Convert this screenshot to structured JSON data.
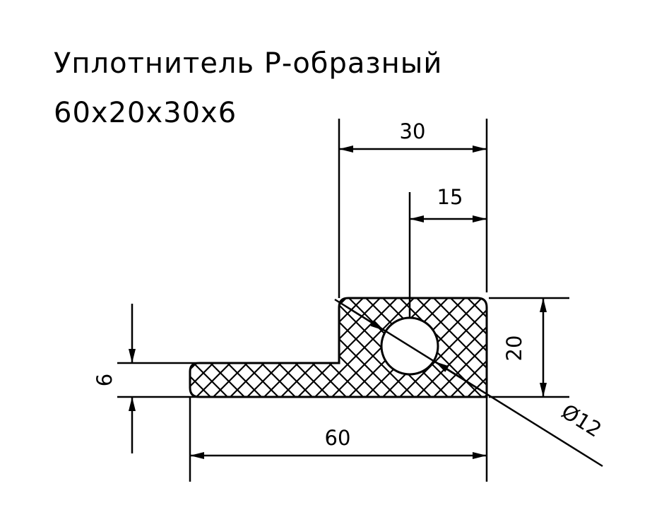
{
  "title": {
    "line1": "Уплотнитель Р-образный",
    "line2": "60x20x30x6"
  },
  "dimensions": {
    "top_width": "30",
    "hole_offset": "15",
    "height": "20",
    "flange_thickness": "6",
    "total_width": "60",
    "hole_diameter": "Ø12"
  },
  "colors": {
    "line": "#000000",
    "background": "#ffffff"
  }
}
